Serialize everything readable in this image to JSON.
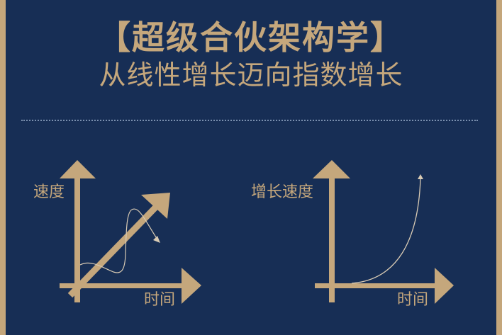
{
  "header": {
    "title": "【超级合伙架构学】",
    "subtitle": "从线性增长迈向指数增长"
  },
  "colors": {
    "background": "#172e55",
    "gold": "#c5a77c",
    "curve": "#d9cbb4",
    "divider": "#7a8fae"
  },
  "left_diagram": {
    "y_label": "速度",
    "x_label": "时间",
    "description": "linear growth: straight diagonal arrow with oscillating curve"
  },
  "right_diagram": {
    "y_label": "增长速度",
    "x_label": "时间",
    "description": "exponential growth curve"
  }
}
